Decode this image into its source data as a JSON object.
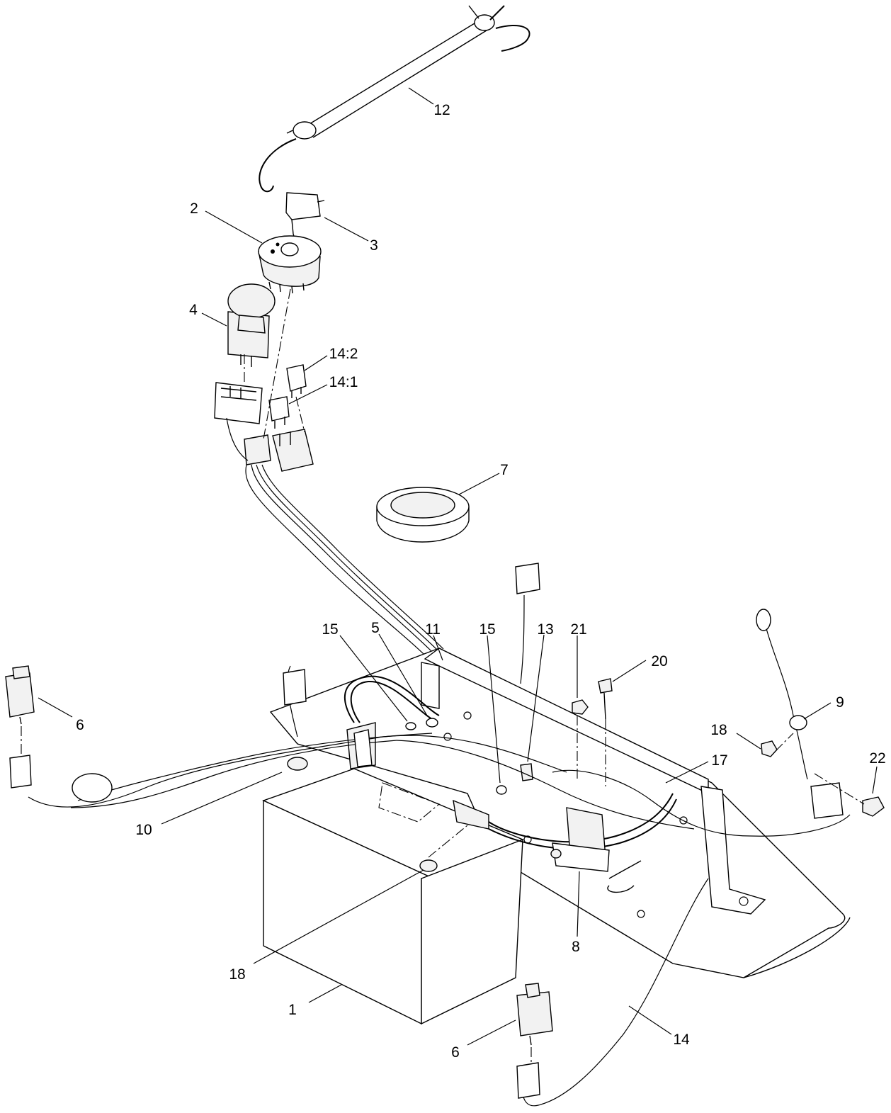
{
  "callouts": [
    {
      "id": "c12",
      "label": "12"
    },
    {
      "id": "c2",
      "label": "2"
    },
    {
      "id": "c3",
      "label": "3"
    },
    {
      "id": "c4",
      "label": "4"
    },
    {
      "id": "c14-2",
      "label": "14:2"
    },
    {
      "id": "c14-1",
      "label": "14:1"
    },
    {
      "id": "c7",
      "label": "7"
    },
    {
      "id": "c15a",
      "label": "15"
    },
    {
      "id": "c5",
      "label": "5"
    },
    {
      "id": "c11",
      "label": "11"
    },
    {
      "id": "c15b",
      "label": "15"
    },
    {
      "id": "c13",
      "label": "13"
    },
    {
      "id": "c21",
      "label": "21"
    },
    {
      "id": "c20",
      "label": "20"
    },
    {
      "id": "c9",
      "label": "9"
    },
    {
      "id": "c6a",
      "label": "6"
    },
    {
      "id": "c18a",
      "label": "18"
    },
    {
      "id": "c22",
      "label": "22"
    },
    {
      "id": "c17",
      "label": "17"
    },
    {
      "id": "c10",
      "label": "10"
    },
    {
      "id": "c8",
      "label": "8"
    },
    {
      "id": "c18b",
      "label": "18"
    },
    {
      "id": "c1",
      "label": "1"
    },
    {
      "id": "c14",
      "label": "14"
    },
    {
      "id": "c6b",
      "label": "6"
    }
  ]
}
